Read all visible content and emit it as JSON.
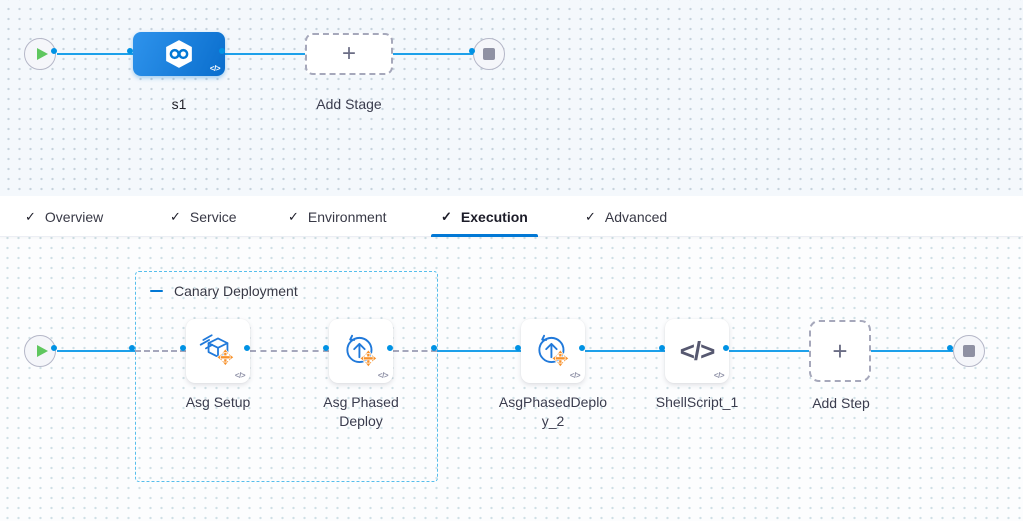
{
  "icons": {
    "check": "✓",
    "plus": "+",
    "code_badge": "</>",
    "shell_script": "</>"
  },
  "stage_graph": {
    "stage": {
      "label": "s1"
    },
    "add_stage": {
      "label": "Add Stage"
    }
  },
  "tabs": [
    {
      "label": "Overview",
      "checked": true,
      "active": false
    },
    {
      "label": "Service",
      "checked": true,
      "active": false
    },
    {
      "label": "Environment",
      "checked": true,
      "active": false
    },
    {
      "label": "Execution",
      "checked": true,
      "active": true
    },
    {
      "label": "Advanced",
      "checked": true,
      "active": false
    }
  ],
  "execution": {
    "group": {
      "label": "Canary Deployment"
    },
    "steps": [
      {
        "label": "Asg Setup",
        "icon": "asg-setup-icon"
      },
      {
        "label": "Asg Phased Deploy",
        "icon": "asg-phased-deploy-icon"
      },
      {
        "label": "AsgPhasedDeploy_2",
        "icon": "asg-phased-deploy-icon"
      },
      {
        "label": "ShellScript_1",
        "icon": "shell-script-icon"
      }
    ],
    "add_step": {
      "label": "Add Step"
    }
  },
  "colors": {
    "accent_blue": "#0278D5",
    "connector_blue": "#0092E4",
    "dashed_connector_gray": "#A5A7BC",
    "step_accent_orange": "#F7912B",
    "stage_node_gradient_start": "#2E93EC",
    "stage_node_gradient_end": "#0A6ECD"
  }
}
